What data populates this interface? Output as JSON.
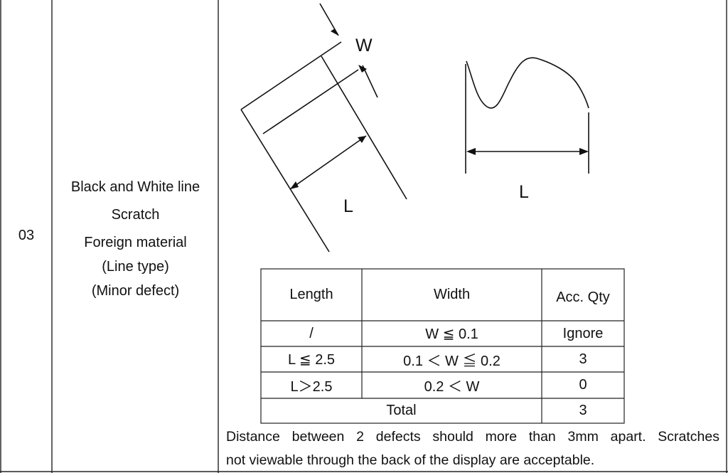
{
  "row_number": "03",
  "defect_type": {
    "lines": [
      "Black and White line",
      "Scratch",
      "Foreign material",
      "(Line type)",
      "(Minor defect)"
    ]
  },
  "diagram_left": {
    "width_label": "W",
    "length_label": "L"
  },
  "diagram_right": {
    "length_label": "L"
  },
  "criteria_table": {
    "headers": [
      "Length",
      "Width",
      "Acc. Qty"
    ],
    "rows": [
      [
        "/",
        "W ≦ 0.1",
        "Ignore"
      ],
      [
        "L ≦ 2.5",
        "0.1 ＜ W ≦ 0.2",
        "3"
      ],
      [
        "L＞2.5",
        "0.2 ＜ W",
        "0"
      ]
    ],
    "total_label": "Total",
    "total_value": "3"
  },
  "note": {
    "line1": "Distance between 2 defects should more than 3mm apart. Scratches",
    "line2": "not viewable through the back of the display are acceptable."
  }
}
